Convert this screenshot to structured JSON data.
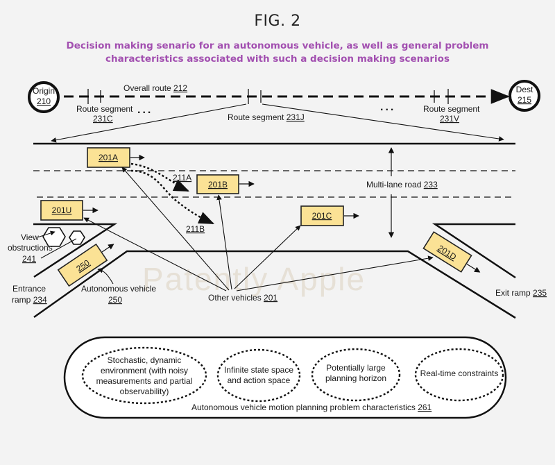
{
  "figure": {
    "title": "FIG. 2",
    "subtitle_line1": "Decision making senario for an autonomous vehicle, as well as general problem",
    "subtitle_line2": "characteristics  associated with such a decision making scenarios",
    "subtitle_color": "#a24fb0",
    "watermark": "Patently Apple"
  },
  "route": {
    "origin_label": "Origin",
    "origin_ref": "210",
    "dest_label": "Dest",
    "dest_ref": "215",
    "overall_label": "Overall route",
    "overall_ref": "212",
    "segments": [
      {
        "label": "Route segment",
        "ref": "231C"
      },
      {
        "label": "Route segment",
        "ref": "231J"
      },
      {
        "label": "Route segment",
        "ref": "231V"
      }
    ],
    "ellipsis": "..."
  },
  "road": {
    "label": "Multi-lane road",
    "ref": "233",
    "entrance_label_1": "Entrance",
    "entrance_label_2": "ramp",
    "entrance_ref": "234",
    "exit_label": "Exit ramp",
    "exit_ref": "235",
    "obstructions_label_1": "View",
    "obstructions_label_2": "obstructions",
    "obstructions_ref": "241"
  },
  "vehicles": {
    "color": "#fbe295",
    "items": [
      {
        "ref": "201A"
      },
      {
        "ref": "201B"
      },
      {
        "ref": "201C"
      },
      {
        "ref": "201D"
      },
      {
        "ref": "201U"
      },
      {
        "ref": "250"
      }
    ],
    "trajectories": [
      {
        "ref": "211A"
      },
      {
        "ref": "211B"
      }
    ],
    "autonomous_label": "Autonomous vehicle",
    "autonomous_ref": "250",
    "others_label": "Other vehicles",
    "others_ref": "201"
  },
  "characteristics": {
    "caption": "Autonomous vehicle motion planning problem characteristics",
    "caption_ref": "261",
    "items": [
      {
        "lines": [
          "Stochastic, dynamic",
          "environment (with noisy",
          "measurements and partial",
          "observability)"
        ]
      },
      {
        "lines": [
          "Infinite state space",
          "and action space"
        ]
      },
      {
        "lines": [
          "Potentially large",
          "planning horizon"
        ]
      },
      {
        "lines": [
          "Real-time constraints"
        ]
      }
    ]
  }
}
